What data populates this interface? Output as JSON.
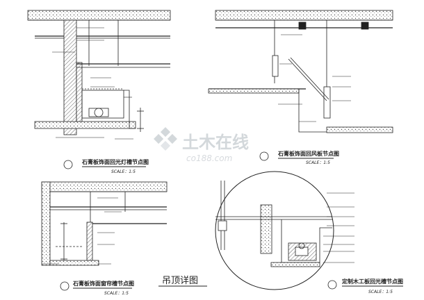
{
  "sheet": {
    "main_title": "吊顶详图"
  },
  "details": [
    {
      "id": "tl",
      "caption": "石膏板饰面回光灯槽节点图",
      "scale": "SCALE：1:5"
    },
    {
      "id": "tr",
      "caption": "石膏板饰面回风板节点图",
      "scale": "SCALE：1:5"
    },
    {
      "id": "bl",
      "caption": "石膏板饰面窗帘槽节点图",
      "scale": "SCALE：1:5"
    },
    {
      "id": "br",
      "caption": "定制木工板回光槽节点图",
      "scale": "SCALE：1:5"
    }
  ],
  "watermark": {
    "main": "土木在线",
    "url": "co188.com"
  },
  "colors": {
    "line": "#222222",
    "hatch": "#555555",
    "watermark": "#cfd4d8"
  }
}
